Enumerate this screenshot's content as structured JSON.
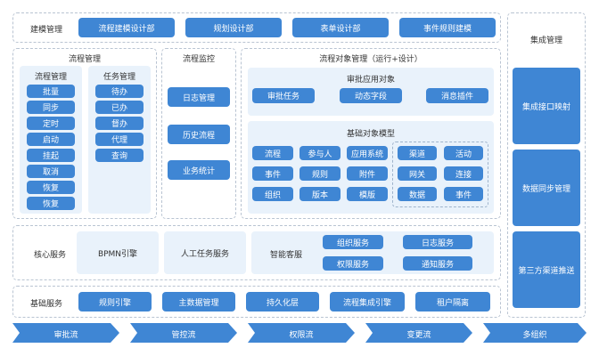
{
  "modeling": {
    "title": "建模管理",
    "buttons": [
      "流程建模设计部",
      "规划设计部",
      "表单设计部",
      "事件规则建模"
    ]
  },
  "process_mgmt": {
    "title": "流程管理",
    "col1_title": "流程管理",
    "col1_items": [
      "批量",
      "同步",
      "定时",
      "启动",
      "挂起",
      "取消",
      "恢复",
      "恢复"
    ],
    "col2_title": "任务管理",
    "col2_items": [
      "待办",
      "已办",
      "督办",
      "代理",
      "查询"
    ]
  },
  "monitor": {
    "title": "流程监控",
    "items": [
      "日志管理",
      "历史流程",
      "业务统计"
    ]
  },
  "object_mgmt": {
    "title": "流程对象管理（运行+设计）",
    "approval_title": "审批应用对象",
    "approval_items": [
      "审批任务",
      "动态字段",
      "消息插件"
    ],
    "base_title": "基础对象模型",
    "base_left": [
      "流程",
      "参与人",
      "应用系统",
      "事件",
      "规则",
      "附件",
      "组织",
      "版本",
      "模版"
    ],
    "base_right": [
      "渠道",
      "活动",
      "网关",
      "连接",
      "数据",
      "事件"
    ]
  },
  "core": {
    "title": "核心服务",
    "bpmn": "BPMN引擎",
    "manual": "人工任务服务",
    "smart_title": "智能客服",
    "smart_items": [
      "组织服务",
      "日志服务",
      "权限服务",
      "通知服务"
    ]
  },
  "basic": {
    "title": "基础服务",
    "items": [
      "规则引擎",
      "主数据管理",
      "持久化层",
      "流程集成引擎",
      "租户隔离"
    ]
  },
  "integration": {
    "title": "集成管理",
    "items": [
      "集成接口映射",
      "数据同步管理",
      "第三方渠道推送"
    ]
  },
  "flows": [
    "审批流",
    "管控流",
    "权限流",
    "变更流",
    "多组织"
  ],
  "colors": {
    "accent": "#3f86d4",
    "soft_panel": "#e9f2fb",
    "border": "#b9c4d2"
  }
}
